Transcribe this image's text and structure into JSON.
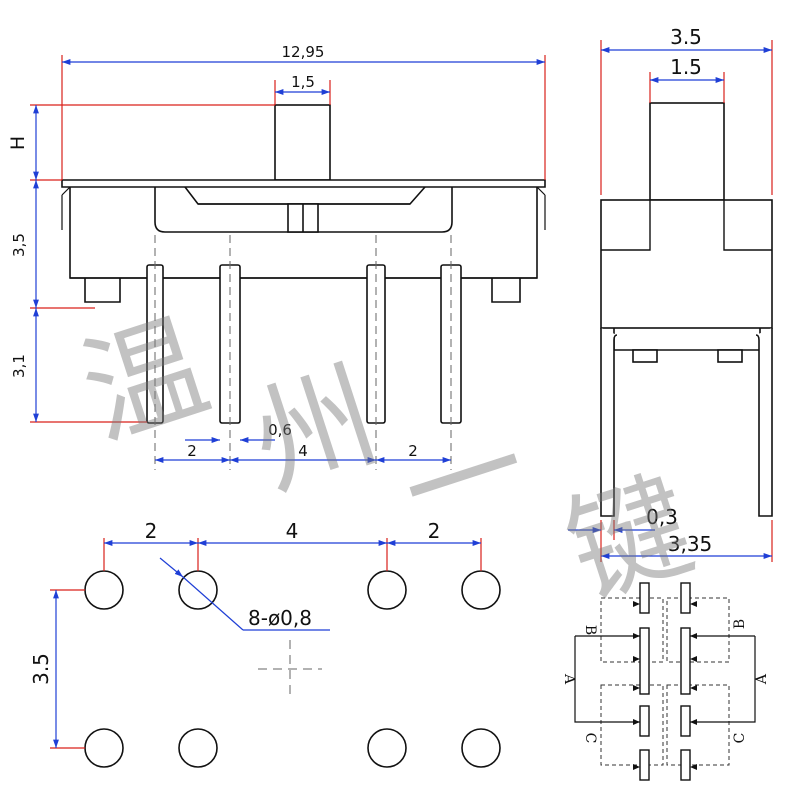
{
  "colors": {
    "dimension": "#1f3fd6",
    "extension": "#d9201a",
    "outline": "#111111",
    "watermark": "#8a8a8a"
  },
  "front_view": {
    "overall_width": "12,95",
    "actuator_width": "1,5",
    "actuator_height": "H",
    "body_height": "3,5",
    "pin_length": "3,1",
    "pin_width": "0,6",
    "pitch_left": "2",
    "pitch_center": "4",
    "pitch_right": "2"
  },
  "side_view": {
    "overall_width": "3.5",
    "actuator_width": "1.5",
    "pin_thickness": "0,3",
    "pin_span": "3,35"
  },
  "footprint": {
    "pitch_left": "2",
    "pitch_center": "4",
    "pitch_right": "2",
    "row_spacing": "3.5",
    "hole_callout": "8-ø0,8"
  },
  "schematic": {
    "labels_left": [
      "B",
      "A",
      "C"
    ],
    "labels_right": [
      "B",
      "A",
      "C"
    ]
  },
  "watermark": [
    "温",
    "州",
    "一",
    "键"
  ]
}
